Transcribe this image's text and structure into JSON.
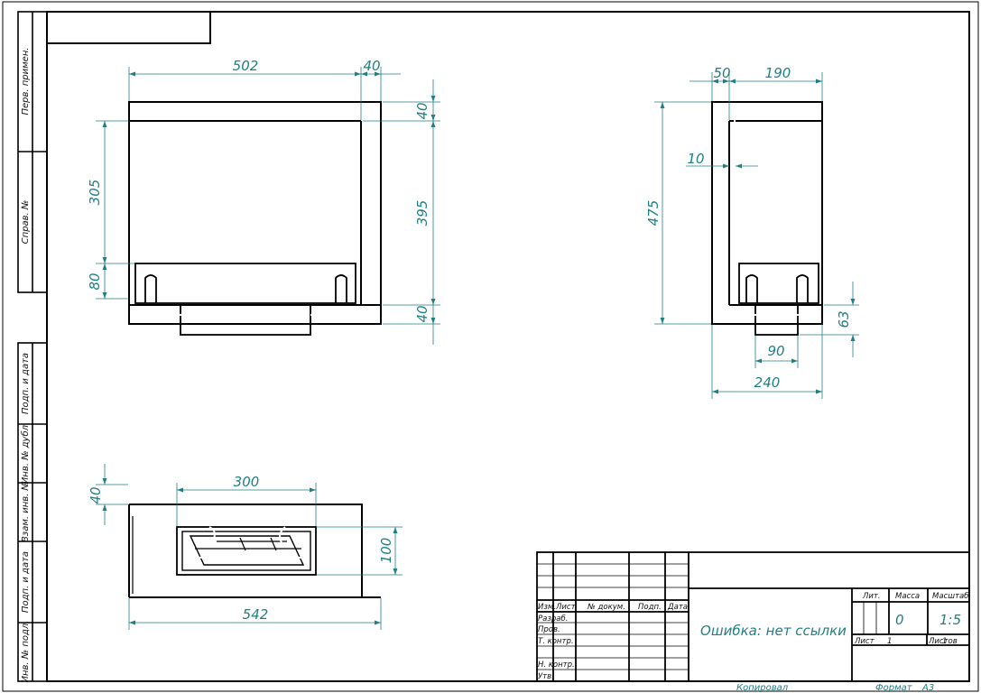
{
  "colors": {
    "outline": "#000000",
    "dimension": "#1f7f85",
    "paper": "#ffffff"
  },
  "side_strip": {
    "perv_primen": "Перв. примен.",
    "sprav_no": "Справ. №",
    "podp_i_data_1": "Подп. и дата",
    "inv_no_dubl": "Инв. № дубл.",
    "vzam_inv_no": "Взам. инв. №",
    "podp_i_data_2": "Подп. и дата",
    "inv_no_podl": "Инв. № подл."
  },
  "dimensions": {
    "front": {
      "w502": "502",
      "w40": "40",
      "h40_top": "40",
      "h395": "395",
      "h40_bottom": "40",
      "h305": "305",
      "h80": "80"
    },
    "side": {
      "w50": "50",
      "w190": "190",
      "w10": "10",
      "h475": "475",
      "h63": "63",
      "w90": "90",
      "w240": "240"
    },
    "top": {
      "w300": "300",
      "h40": "40",
      "h100": "100",
      "w542": "542"
    }
  },
  "title_block": {
    "col_izm": "Изм.",
    "col_list": "Лист",
    "col_doc": "№ докум.",
    "col_podp": "Подп.",
    "col_data": "Дата",
    "row_razrab": "Разраб.",
    "row_prov": "Пров.",
    "row_tkontr": "Т. контр.",
    "row_nkontr": "Н. контр.",
    "row_utv": "Утв.",
    "designation": "Ошибка: нет ссылки",
    "lit_label": "Лит.",
    "mass_label": "Масса",
    "scale_label": "Масштаб",
    "mass_value": "0",
    "scale_value": "1:5",
    "sheet_label": "Лист",
    "sheet_value": "1",
    "sheets_label": "Листов",
    "sheets_value": "1"
  },
  "footer": {
    "copied": "Копировал",
    "format_label": "Формат",
    "format_value": "A3"
  }
}
